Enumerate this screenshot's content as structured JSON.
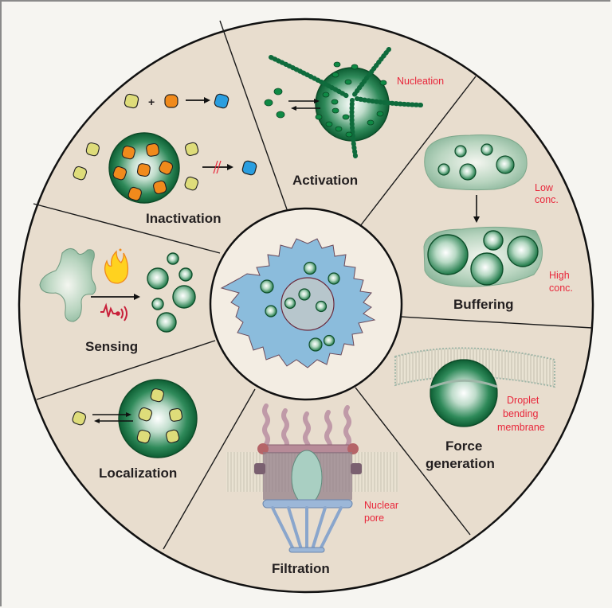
{
  "figure": {
    "center": {
      "name": "cell-with-condensates"
    },
    "sectors": [
      {
        "id": "activation",
        "label": "Activation",
        "annotation": [
          "Nucleation"
        ]
      },
      {
        "id": "buffering",
        "label": "Buffering",
        "annotation_low": [
          "Low",
          "conc."
        ],
        "annotation_high": [
          "High",
          "conc."
        ]
      },
      {
        "id": "force",
        "label_lines": [
          "Force",
          "generation"
        ],
        "annotation": [
          "Droplet",
          "bending",
          "membrane"
        ]
      },
      {
        "id": "filtration",
        "label": "Filtration",
        "annotation": [
          "Nuclear",
          "pore"
        ]
      },
      {
        "id": "localization",
        "label": "Localization"
      },
      {
        "id": "sensing",
        "label": "Sensing"
      },
      {
        "id": "inactivation",
        "label": "Inactivation",
        "plus": "+"
      }
    ]
  },
  "colors": {
    "background": "#f6f5f1",
    "ring": "#e8ddce",
    "center": "#f3ede3",
    "droplet_dark": "#0f6b3c",
    "annotation_red": "#e8263a",
    "yellow_client": "#dedc7a",
    "orange_client": "#f08a1c",
    "blue_product": "#2a9ee0",
    "cell_blue": "#8bbcdc"
  }
}
